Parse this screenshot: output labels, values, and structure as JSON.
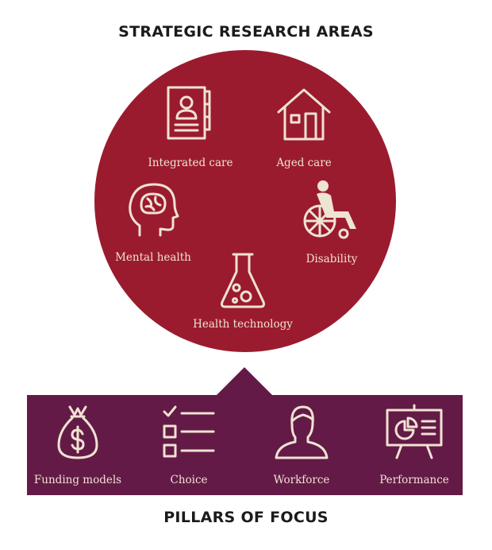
{
  "headings": {
    "top": "STRATEGIC RESEARCH AREAS",
    "bottom": "PILLARS OF FOCUS"
  },
  "colors": {
    "circle": "#9b1b2e",
    "band": "#641a47",
    "icon": "#efe3d2"
  },
  "research_areas": [
    {
      "label": "Integrated care",
      "icon": "record-file-icon"
    },
    {
      "label": "Aged care",
      "icon": "house-icon"
    },
    {
      "label": "Mental health",
      "icon": "brain-head-icon"
    },
    {
      "label": "Disability",
      "icon": "wheelchair-icon"
    },
    {
      "label": "Health technology",
      "icon": "flask-icon"
    }
  ],
  "pillars": [
    {
      "label": "Funding models",
      "icon": "money-bag-icon"
    },
    {
      "label": "Choice",
      "icon": "checklist-icon"
    },
    {
      "label": "Workforce",
      "icon": "person-icon"
    },
    {
      "label": "Performance",
      "icon": "presentation-board-icon"
    }
  ]
}
